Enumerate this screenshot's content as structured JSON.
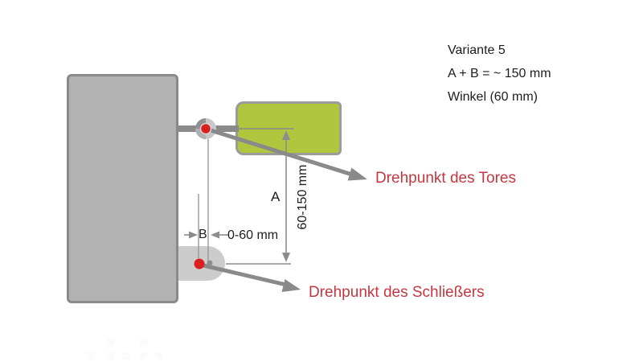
{
  "info_block": {
    "line1": "Variante 5",
    "line2": "A + B = ~ 150 mm",
    "line3": "Winkel (60 mm)"
  },
  "dimensions": {
    "a_label": "A",
    "a_value": "60-150 mm",
    "b_label": "B",
    "b_value": "0-60 mm"
  },
  "callouts": {
    "gate_pivot": "Drehpunkt des Tores",
    "closer_pivot": "Drehpunkt des Schließers"
  },
  "colors": {
    "gate_green": "#b1c63f",
    "pivot_red": "#d9201f",
    "callout_red": "#c53740",
    "post_gray": "#b2b2b2",
    "line_gray": "#8a8a8a",
    "text_black": "#1d1d1b"
  }
}
